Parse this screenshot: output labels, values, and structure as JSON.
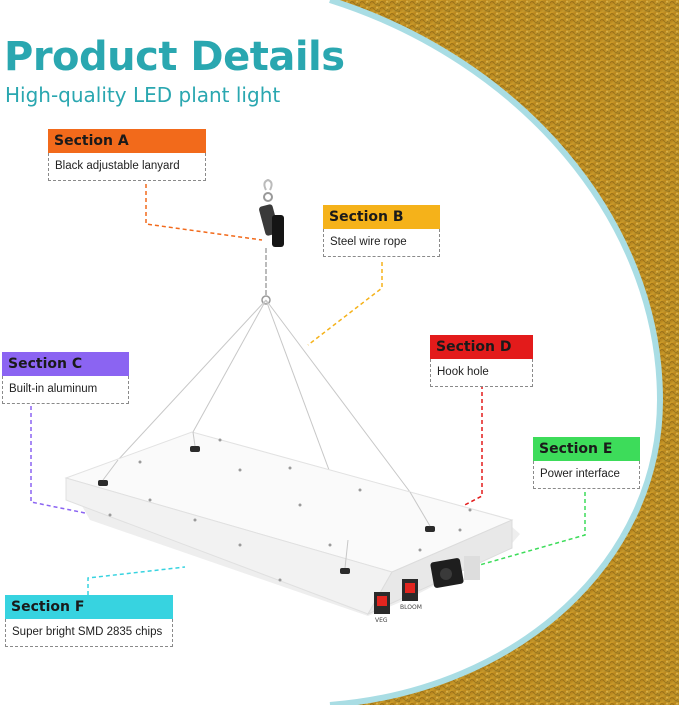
{
  "header": {
    "title": "Product Details",
    "subtitle": "High-quality LED plant light"
  },
  "colors": {
    "teal": "#2aa7b0",
    "section_a": "#f26a1b",
    "section_b": "#f5b21a",
    "section_c": "#8b64f2",
    "section_d": "#e31b1b",
    "section_e": "#3ddc5a",
    "section_f": "#37d3e0"
  },
  "callouts": [
    {
      "id": "a",
      "title": "Section A",
      "desc": "Black adjustable lanyard"
    },
    {
      "id": "b",
      "title": "Section B",
      "desc": "Steel wire rope"
    },
    {
      "id": "c",
      "title": "Section C",
      "desc": "Built-in aluminum"
    },
    {
      "id": "d",
      "title": "Section D",
      "desc": "Hook hole"
    },
    {
      "id": "e",
      "title": "Section E",
      "desc": "Power interface"
    },
    {
      "id": "f",
      "title": "Section F",
      "desc": "Super bright SMD 2835 chips"
    }
  ],
  "device": {
    "switch_left_label": "VEG",
    "switch_right_label": "BLOOM"
  }
}
